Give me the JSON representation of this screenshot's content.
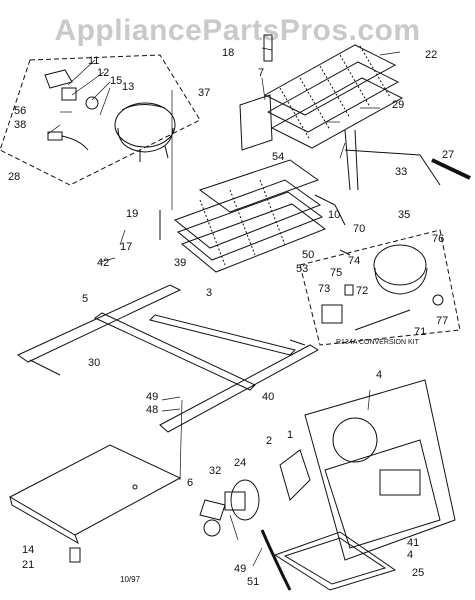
{
  "watermark": "AppliancePartsPros.com",
  "kit_label": "R134A CONVERSION KIT",
  "footer_code": "10/97",
  "part_labels": {
    "p1": "1",
    "p2": "2",
    "p3": "3",
    "p4a": "4",
    "p4b": "4",
    "p5": "5",
    "p6": "6",
    "p7": "7",
    "p10": "10",
    "p11": "11",
    "p12": "12",
    "p13": "13",
    "p14": "14",
    "p15": "15",
    "p17": "17",
    "p18": "18",
    "p19": "19",
    "p21": "21",
    "p22": "22",
    "p24": "24",
    "p25": "25",
    "p27": "27",
    "p28": "28",
    "p29": "29",
    "p30": "30",
    "p32": "32",
    "p33": "33",
    "p35": "35",
    "p37": "37",
    "p38": "38",
    "p39": "39",
    "p40": "40",
    "p41": "41",
    "p42": "42",
    "p48": "48",
    "p49a": "49",
    "p49b": "49",
    "p50": "50",
    "p51": "51",
    "p53": "53",
    "p54": "54",
    "p56": "56",
    "p70": "70",
    "p71": "71",
    "p72": "72",
    "p73": "73",
    "p74": "74",
    "p75": "75",
    "p76": "76",
    "p77": "77"
  }
}
